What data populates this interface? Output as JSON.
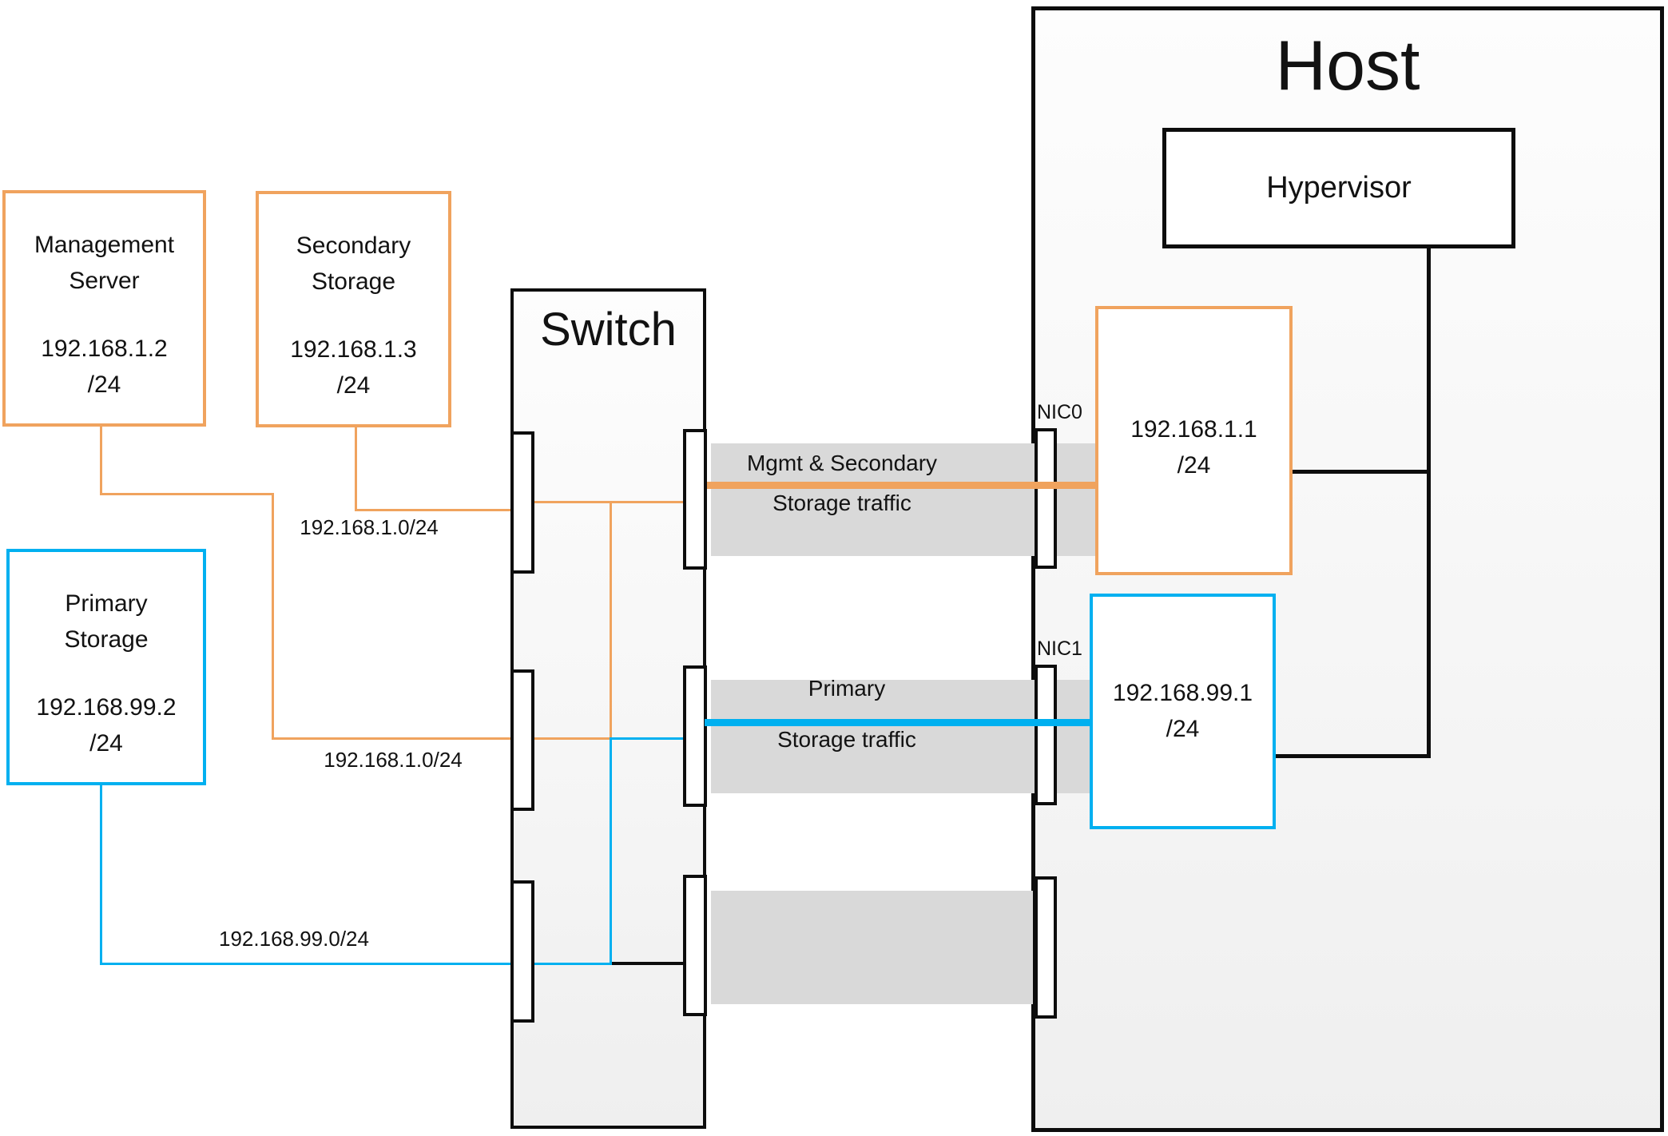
{
  "nodes": {
    "management_server": {
      "line1": "Management",
      "line2": "Server",
      "ip": "192.168.1.2",
      "mask": "/24"
    },
    "secondary_storage": {
      "line1": "Secondary",
      "line2": "Storage",
      "ip": "192.168.1.3",
      "mask": "/24"
    },
    "primary_storage": {
      "line1": "Primary",
      "line2": "Storage",
      "ip": "192.168.99.2",
      "mask": "/24"
    },
    "switch": {
      "label": "Switch"
    },
    "host": {
      "label": "Host"
    },
    "hypervisor": {
      "label": "Hypervisor"
    },
    "nic0": {
      "label": "NIC0",
      "ip": "192.168.1.1",
      "mask": "/24"
    },
    "nic1": {
      "label": "NIC1",
      "ip": "192.168.99.1",
      "mask": "/24"
    }
  },
  "subnet_labels": {
    "mgmt_top": "192.168.1.0/24",
    "mgmt_bottom": "192.168.1.0/24",
    "storage": "192.168.99.0/24"
  },
  "traffic_labels": {
    "mgmt": {
      "line1": "Mgmt & Secondary",
      "line2": "Storage traffic"
    },
    "primary": {
      "line1": "Primary",
      "line2": "Storage traffic"
    }
  },
  "colors": {
    "orange": "#F0A35E",
    "blue": "#00B0F0",
    "band": "#D9D9D9",
    "line_black": "#0D0D0D"
  }
}
